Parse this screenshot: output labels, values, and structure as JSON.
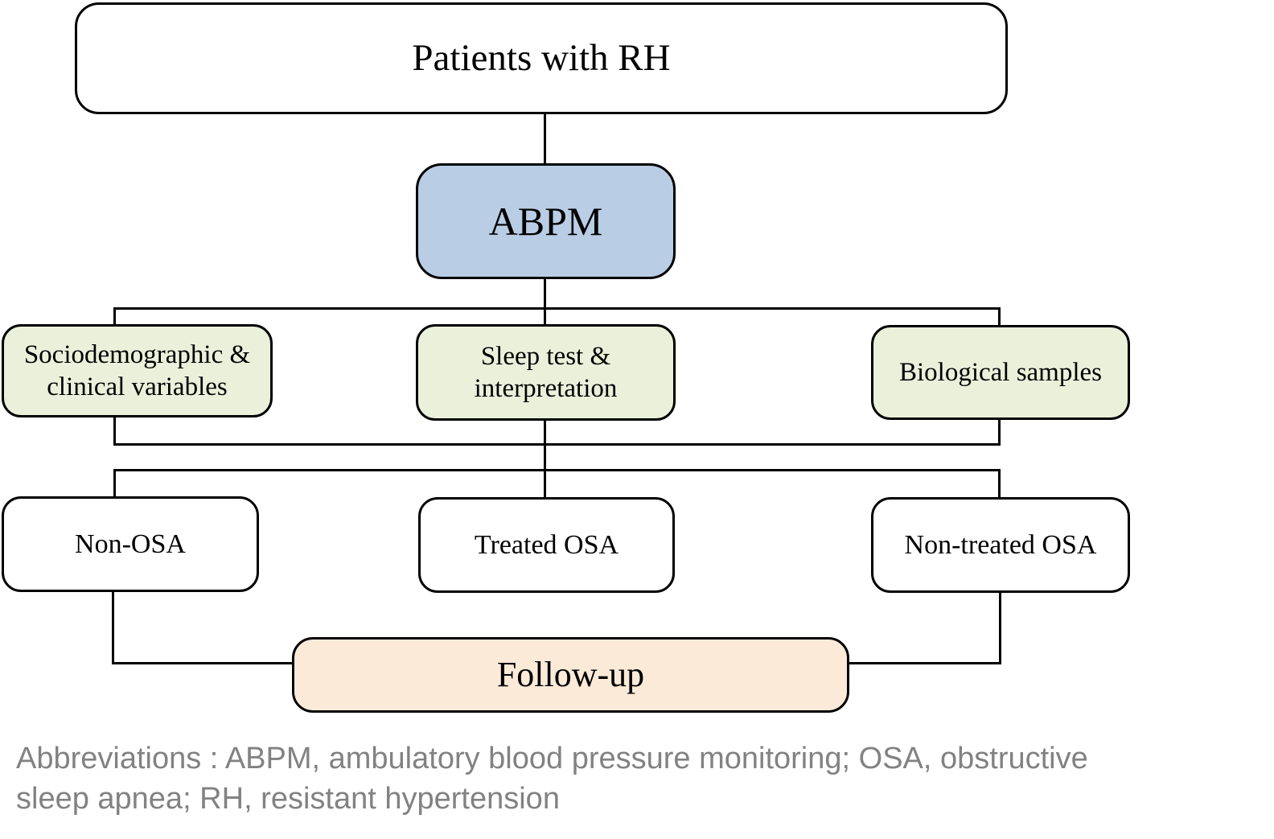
{
  "figure": {
    "nodes": {
      "patients": {
        "label": "Patients with RH",
        "fill": "#ffffff"
      },
      "abpm": {
        "label": "ABPM",
        "fill": "#b9cde5"
      },
      "sociodemographic": {
        "label": "Sociodemographic &\nclinical variables",
        "fill": "#eaf0da"
      },
      "sleep_test": {
        "label": "Sleep test &\ninterpretation",
        "fill": "#eaf0da"
      },
      "biological": {
        "label": "Biological samples",
        "fill": "#eaf0da"
      },
      "non_osa": {
        "label": "Non-OSA",
        "fill": "#ffffff"
      },
      "treated_osa": {
        "label": "Treated OSA",
        "fill": "#ffffff"
      },
      "non_treated_osa": {
        "label": "Non-treated OSA",
        "fill": "#ffffff"
      },
      "follow_up": {
        "label": "Follow-up",
        "fill": "#fcead9"
      }
    },
    "footer": {
      "line1": "Abbreviations : ABPM, ambulatory blood pressure monitoring; OSA, obstructive",
      "line2": "sleep apnea; RH, resistant hypertension"
    },
    "colors": {
      "border": "#000000",
      "connector": "#000000",
      "footer_text": "#828282"
    }
  }
}
